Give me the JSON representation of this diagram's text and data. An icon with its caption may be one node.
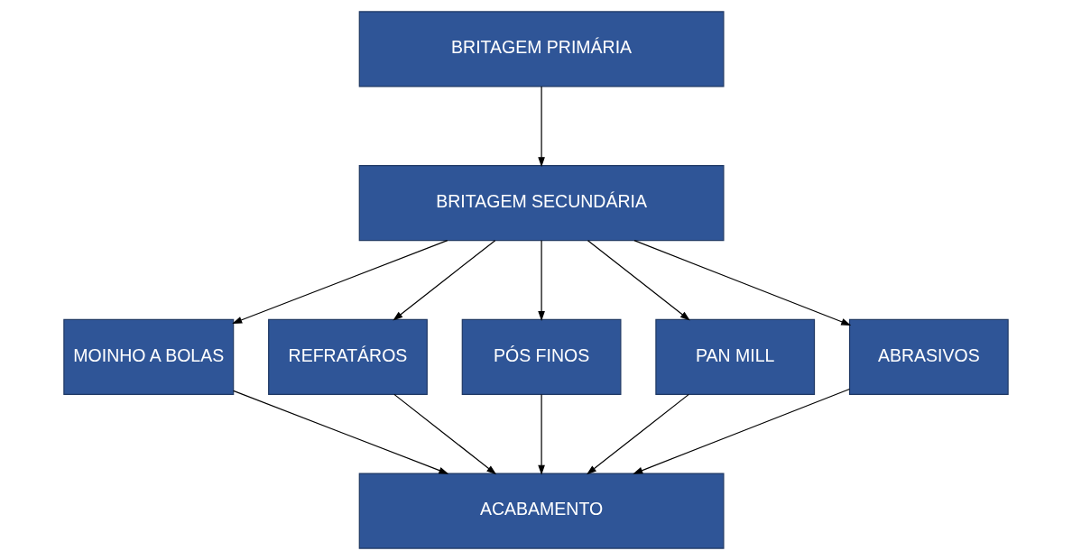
{
  "diagram": {
    "nodes": [
      {
        "text": [
          "BRITAGEM PRIMÁRIA"
        ]
      },
      {
        "text": [
          "BRITAGEM SECUNDÁRIA"
        ]
      },
      {
        "text": [
          "MOINHO A BOLAS"
        ]
      },
      {
        "text": [
          "REFRATÁROS"
        ]
      },
      {
        "text": [
          "PÓS FINOS"
        ]
      },
      {
        "text": [
          "PAN MILL"
        ]
      },
      {
        "text": [
          "ABRASIVOS"
        ]
      },
      {
        "text": [
          "ACABAMENTO"
        ]
      }
    ],
    "edges": [
      {
        "from": 0,
        "to": 1,
        "arrow": "to"
      },
      {
        "from": 1,
        "to": 2,
        "arrow": "to"
      },
      {
        "from": 1,
        "to": 3,
        "arrow": "to"
      },
      {
        "from": 1,
        "to": 4,
        "arrow": "to"
      },
      {
        "from": 1,
        "to": 5,
        "arrow": "to"
      },
      {
        "from": 1,
        "to": 6,
        "arrow": "to"
      },
      {
        "from": 2,
        "to": 7,
        "arrow": "to"
      },
      {
        "from": 3,
        "to": 7,
        "arrow": "to"
      },
      {
        "from": 4,
        "to": 7,
        "arrow": "to"
      },
      {
        "from": 5,
        "to": 7,
        "arrow": "to"
      },
      {
        "from": 6,
        "to": 7,
        "arrow": "to"
      }
    ]
  }
}
